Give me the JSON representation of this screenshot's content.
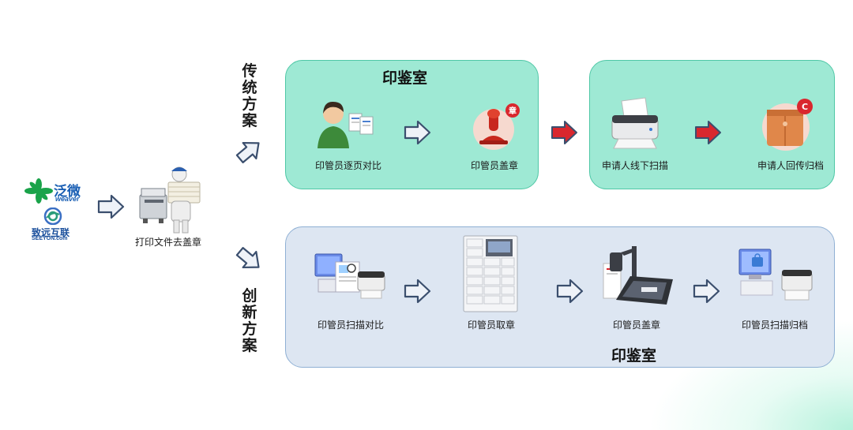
{
  "logos": {
    "fanwei_cn": "泛微",
    "fanwei_en": "weaver",
    "zhiyuan_cn": "致远互联",
    "zhiyuan_en": "SEEYON.com"
  },
  "start": {
    "caption": "打印文件去盖章"
  },
  "traditional": {
    "label": [
      "传",
      "统",
      "方",
      "案"
    ],
    "room_title": "印鉴室",
    "steps": [
      "印管员逐页对比",
      "印管员盖章",
      "申请人线下扫描",
      "申请人回传归档"
    ],
    "stamp_badge": "章",
    "archive_badge": "C"
  },
  "innovative": {
    "label": [
      "创",
      "新",
      "方",
      "案"
    ],
    "room_title": "印鉴室",
    "steps": [
      "印管员扫描对比",
      "印管员取章",
      "印管员盖章",
      "印管员扫描归档"
    ]
  },
  "colors": {
    "green_panel": "#9ee9d4",
    "blue_panel": "#dde6f2",
    "red_arrow": "#d9272e",
    "outline_arrow": "#3b4f6e"
  }
}
